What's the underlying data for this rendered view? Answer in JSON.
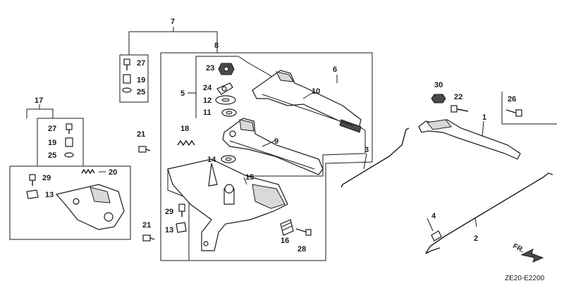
{
  "labels": {
    "p1": "1",
    "p2": "2",
    "p3": "3",
    "p4": "4",
    "p5": "5",
    "p6": "6",
    "p7": "7",
    "p8": "8",
    "p9": "9",
    "p10": "10",
    "p11": "11",
    "p12": "12",
    "p13a": "13",
    "p13b": "13",
    "p14": "14",
    "p15": "15",
    "p16": "16",
    "p17": "17",
    "p18": "18",
    "p19a": "19",
    "p19b": "19",
    "p20": "20",
    "p21a": "21",
    "p21b": "21",
    "p22": "22",
    "p23": "23",
    "p24": "24",
    "p25a": "25",
    "p25b": "25",
    "p26": "26",
    "p27a": "27",
    "p27b": "27",
    "p28": "28",
    "p29a": "29",
    "p29b": "29",
    "p30": "30"
  },
  "direction_label": "FR.",
  "drawing_code": "ZE20-E2200"
}
